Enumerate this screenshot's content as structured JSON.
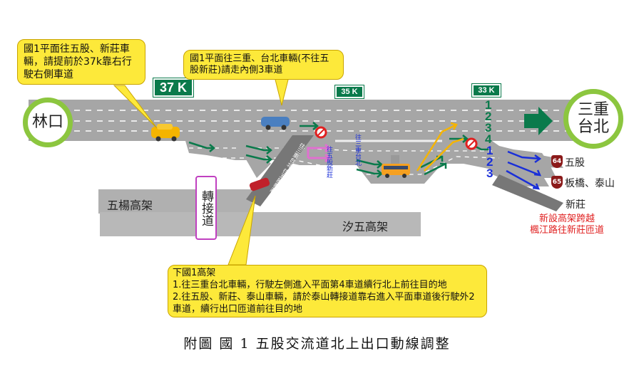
{
  "callouts": {
    "left": "國1平面往五股、新莊車輛，請提前於37k靠右行駛右側車道",
    "top": "國1平面往三重、台北車輛(不往五股新莊)請走內側3車道",
    "bottom_title": "下國1高架",
    "bottom_line1": "1.往三重台北車輛，行駛左側進入平面第4車道續行北上前往目的地",
    "bottom_line2": "2.往五股、新莊、泰山車輛，請於泰山轉接道靠右進入平面車道後行駛外2車道，續行出口匝道前往目的地"
  },
  "km_markers": [
    "37 K",
    "35 K",
    "33 K"
  ],
  "places": {
    "linkou": "林口",
    "sanchong_taipei_1": "三重",
    "sanchong_taipei_2": "台北"
  },
  "roads": {
    "wuyang": "五楊高架",
    "xiwu": "汐五高架",
    "transfer": "轉接道"
  },
  "road_labels": {
    "to_taipei": "往三重台北",
    "to_wugu": "往五股新莊",
    "ramp": "往三重台北 往五股新莊"
  },
  "lanes_main": [
    "1",
    "2",
    "3",
    "4"
  ],
  "lanes_exit": [
    "1",
    "2",
    "3"
  ],
  "exits": [
    {
      "shield": "64",
      "label": "五股"
    },
    {
      "shield": "65",
      "label": "板橋、泰山"
    },
    {
      "shield": "",
      "label": "新莊"
    }
  ],
  "new_ramp_note": [
    "新設高架跨越",
    "楓江路往新莊匝道"
  ],
  "caption": "附圖  國 1 五股交流道北上出口動線調整",
  "colors": {
    "road": "#a6a6a6",
    "green": "#0a7a4b",
    "blue": "#1a2fd8",
    "yellow": "#fde93a",
    "ring": "#8cc63f",
    "pink": "#e070d0"
  }
}
